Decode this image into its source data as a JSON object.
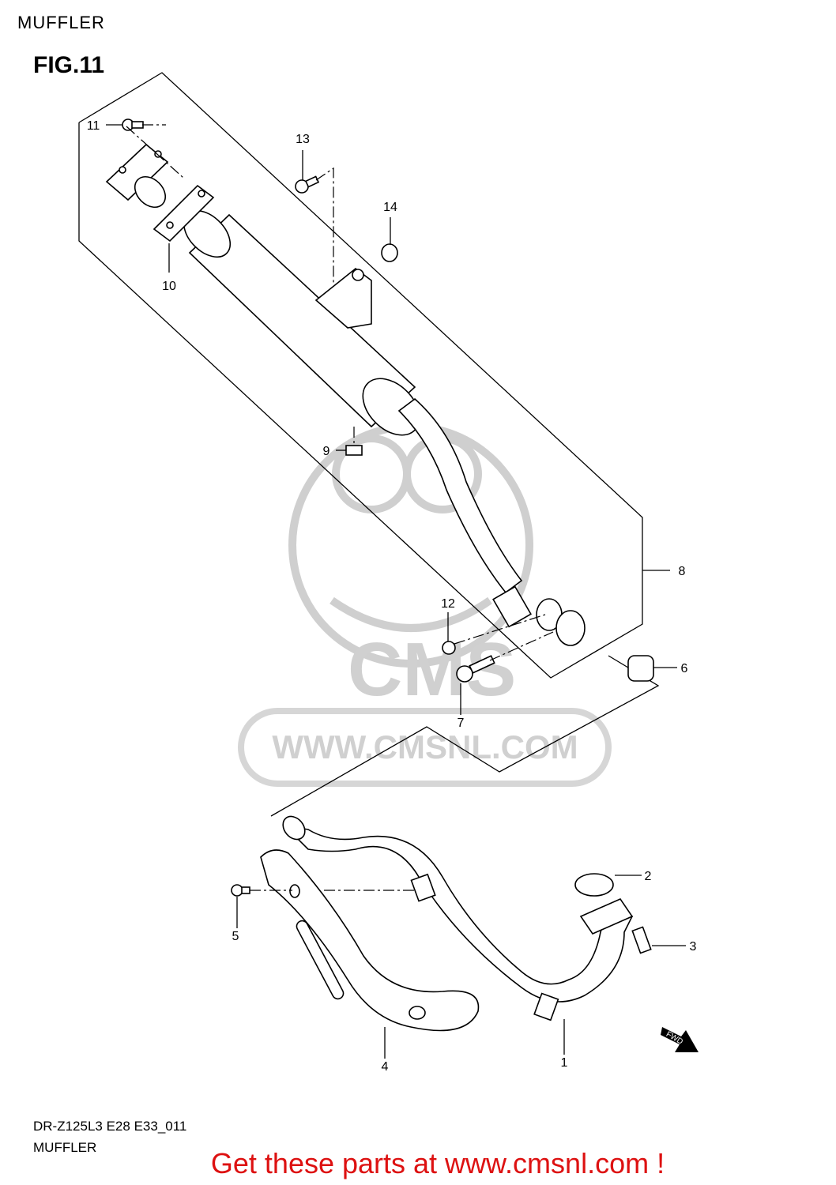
{
  "header": {
    "title": "MUFFLER",
    "figure": "FIG.11"
  },
  "callouts": [
    {
      "id": "c1",
      "label": "1"
    },
    {
      "id": "c2",
      "label": "2"
    },
    {
      "id": "c3",
      "label": "3"
    },
    {
      "id": "c4",
      "label": "4"
    },
    {
      "id": "c5",
      "label": "5"
    },
    {
      "id": "c6",
      "label": "6"
    },
    {
      "id": "c7",
      "label": "7"
    },
    {
      "id": "c8",
      "label": "8"
    },
    {
      "id": "c9",
      "label": "9"
    },
    {
      "id": "c10",
      "label": "10"
    },
    {
      "id": "c11",
      "label": "11"
    },
    {
      "id": "c12",
      "label": "12"
    },
    {
      "id": "c13",
      "label": "13"
    },
    {
      "id": "c14",
      "label": "14"
    }
  ],
  "watermark": {
    "brand": "CMS",
    "url": "WWW.CMSNL.COM"
  },
  "fwd_badge": "FWD",
  "footer": {
    "code": "DR-Z125L3  E28  E33_011",
    "name": "MUFFLER",
    "cta": "Get these parts at www.cmsnl.com !"
  },
  "colors": {
    "cta": "#dd1111",
    "watermark": "#cfcfcf"
  }
}
